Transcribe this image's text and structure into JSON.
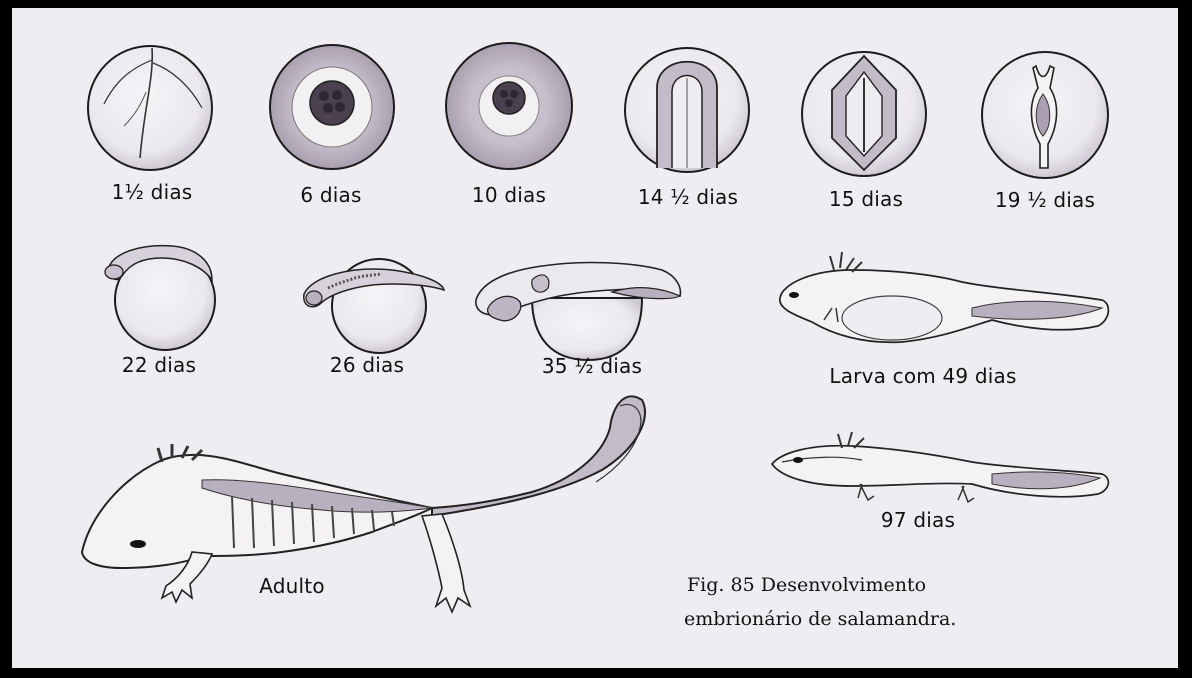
{
  "figure": {
    "stages": [
      {
        "label": "1½ dias"
      },
      {
        "label": "6 dias"
      },
      {
        "label": "10 dias"
      },
      {
        "label": "14 ½ dias"
      },
      {
        "label": "15 dias"
      },
      {
        "label": "19 ½ dias"
      },
      {
        "label": "22 dias"
      },
      {
        "label": "26 dias"
      },
      {
        "label": "35 ½ dias"
      },
      {
        "label": "Larva com 49 dias"
      },
      {
        "label": "97 dias"
      },
      {
        "label": "Adulto"
      }
    ],
    "caption_line1": "Fig. 85 Desenvolvimento",
    "caption_line2": "embrionário de salamandra."
  },
  "colors": {
    "background": "#efedf1",
    "frame": "#000000",
    "egg_fill": "#f4f2f5",
    "shade": "#b8b0be",
    "dark_shade": "#8d8294",
    "line": "#1c1c1c"
  }
}
